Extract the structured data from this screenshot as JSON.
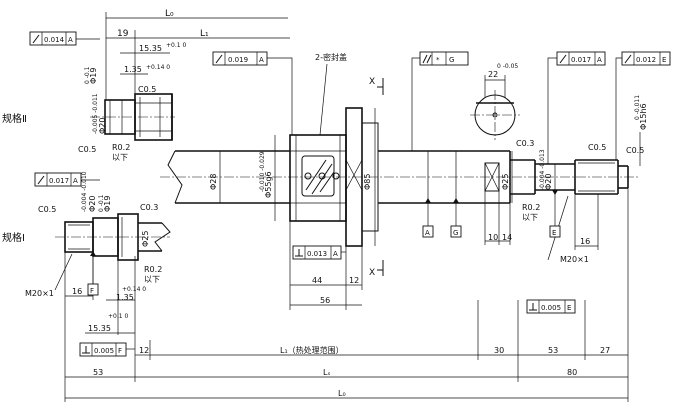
{
  "labels": {
    "spec2": "规格Ⅱ",
    "spec1": "规格Ⅰ",
    "seal": "2-密封盖",
    "heat_range": "L₁（热处理范围）",
    "x_upper": "X",
    "x_lower": "X",
    "below1": "以下",
    "below2": "以下",
    "below3": "以下"
  },
  "dims": {
    "L0_top": "L₀",
    "Lt_top": "L₁",
    "d19": "19",
    "d15_35_top": "15.35",
    "d15_35_top_tol": "+0.1 0",
    "d1_35_top": "1.35",
    "d1_35_top_tol": "+0.14 0",
    "c05_a": "C0.5",
    "c05_b": "C0.5",
    "c05_c": "C0.5",
    "c05_d": "C0.5",
    "c05_e": "C0.5",
    "c03_a": "C0.3",
    "c03_b": "C0.3",
    "r02_a": "R0.2",
    "r02_b": "R0.2",
    "r02_c": "R0.2",
    "phi19_top": "Φ19",
    "phi19_top_tol": "0 -0.1",
    "phi20_top": "Φ20",
    "phi20_top_tol": "-0.005 -0.011",
    "phi28": "Φ28",
    "phi55": "Φ55g6",
    "phi55_tol": "-0.010 -0.029",
    "phi85": "Φ85",
    "phi25_mid": "Φ25",
    "phi20_right": "Φ20",
    "phi20_right_tol": "-0.004 -0.013",
    "phi15": "Φ15h6",
    "phi15_tol": "0 -0.011",
    "d22": "22",
    "d22_tol": "0 -0.05",
    "phi20_low": "Φ20",
    "phi20_low_tol": "-0.004 -0.010",
    "phi19_low": "Φ19",
    "phi19_low_tol": "0 -0.1",
    "phi25_low": "Φ25",
    "m20_left": "M20×1",
    "m20_right": "M20×1",
    "d16_left": "16",
    "d16_right": "16",
    "d1_35_low": "1.35",
    "d1_35_low_tol": "+0.14 0",
    "d15_35_low": "15.35",
    "d15_35_low_tol": "+0.1 0",
    "d44": "44",
    "d12_nut": "12",
    "d56": "56",
    "d10": "10",
    "d14": "14",
    "d12_bottom": "12",
    "d30": "30",
    "d53_right": "53",
    "d27": "27",
    "d53_left": "53",
    "Ls": "Lₛ",
    "d80": "80",
    "L0_bottom": "L₀"
  },
  "tolerance_frames": {
    "runout_a_top": {
      "value": "0.014",
      "datum": "A"
    },
    "runout_a_low": {
      "value": "0.017",
      "datum": "A"
    },
    "runout_a_nut": {
      "value": "0.019",
      "datum": "A"
    },
    "parallel_ag": {
      "value": "*",
      "datum": "G"
    },
    "runout_a_right": {
      "value": "0.017",
      "datum": "A"
    },
    "runout_e_right": {
      "value": "0.012",
      "datum": "E"
    },
    "perp_a_nut": {
      "value": "0.013",
      "datum": "A"
    },
    "perp_e_right": {
      "value": "0.005",
      "datum": "E"
    },
    "perp_f_left": {
      "value": "0.005",
      "datum": "F"
    }
  },
  "datums": {
    "a": "A",
    "g": "G",
    "e": "E",
    "f": "F"
  }
}
